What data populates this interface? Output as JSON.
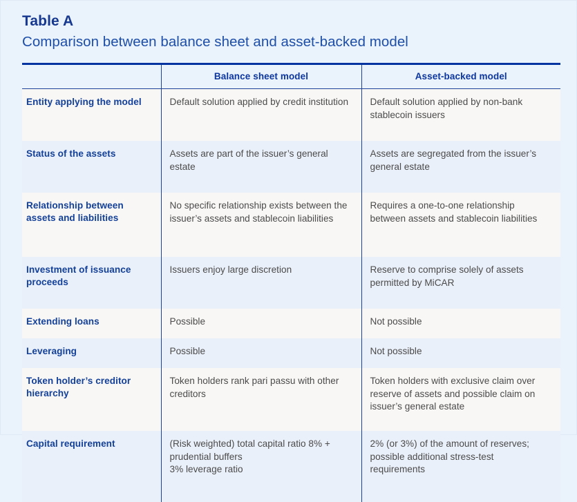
{
  "title": {
    "label": "Table A",
    "caption": "Comparison between balance sheet and asset-backed model"
  },
  "colors": {
    "page_background": "#eaf2fb",
    "rule": "#0033a0",
    "heading_blue": "#0c36a0",
    "label_blue": "#134099",
    "body_text": "#4b4b4b",
    "band_light": "#f8f7f5",
    "band_blue": "#eaf0f9"
  },
  "table": {
    "columns": [
      {
        "key": "criterion",
        "label": ""
      },
      {
        "key": "balance_sheet",
        "label": "Balance sheet model"
      },
      {
        "key": "asset_backed",
        "label": "Asset-backed model"
      }
    ],
    "rows": [
      {
        "criterion": "Entity applying the model",
        "balance_sheet": "Default solution applied by credit institution",
        "asset_backed": "Default solution applied by non-bank stablecoin issuers"
      },
      {
        "criterion": "Status of the assets",
        "balance_sheet": "Assets are part of the issuer’s general estate",
        "asset_backed": "Assets are segregated from the issuer’s general estate"
      },
      {
        "criterion": "Relationship between assets and liabilities",
        "balance_sheet": "No specific relationship exists between the issuer’s assets and stablecoin liabilities",
        "asset_backed": "Requires a one-to-one relationship between assets and stablecoin liabilities"
      },
      {
        "criterion": "Investment of issuance proceeds",
        "balance_sheet": "Issuers enjoy large discretion",
        "asset_backed": "Reserve to comprise solely of assets permitted by MiCAR"
      },
      {
        "criterion": "Extending loans",
        "balance_sheet": "Possible",
        "asset_backed": "Not possible"
      },
      {
        "criterion": "Leveraging",
        "balance_sheet": "Possible",
        "asset_backed": "Not possible"
      },
      {
        "criterion": "Token holder’s creditor hierarchy",
        "balance_sheet": "Token holders rank pari passu with other creditors",
        "asset_backed": "Token holders with exclusive claim over reserve of assets and possible claim on issuer’s general estate"
      },
      {
        "criterion": "Capital requirement",
        "balance_sheet_line_1": "(Risk weighted) total capital ratio 8% + prudential buffers",
        "balance_sheet_line_2": "3% leverage ratio",
        "asset_backed": "2% (or 3%) of the amount of reserves; possible additional stress-test requirements"
      }
    ]
  }
}
